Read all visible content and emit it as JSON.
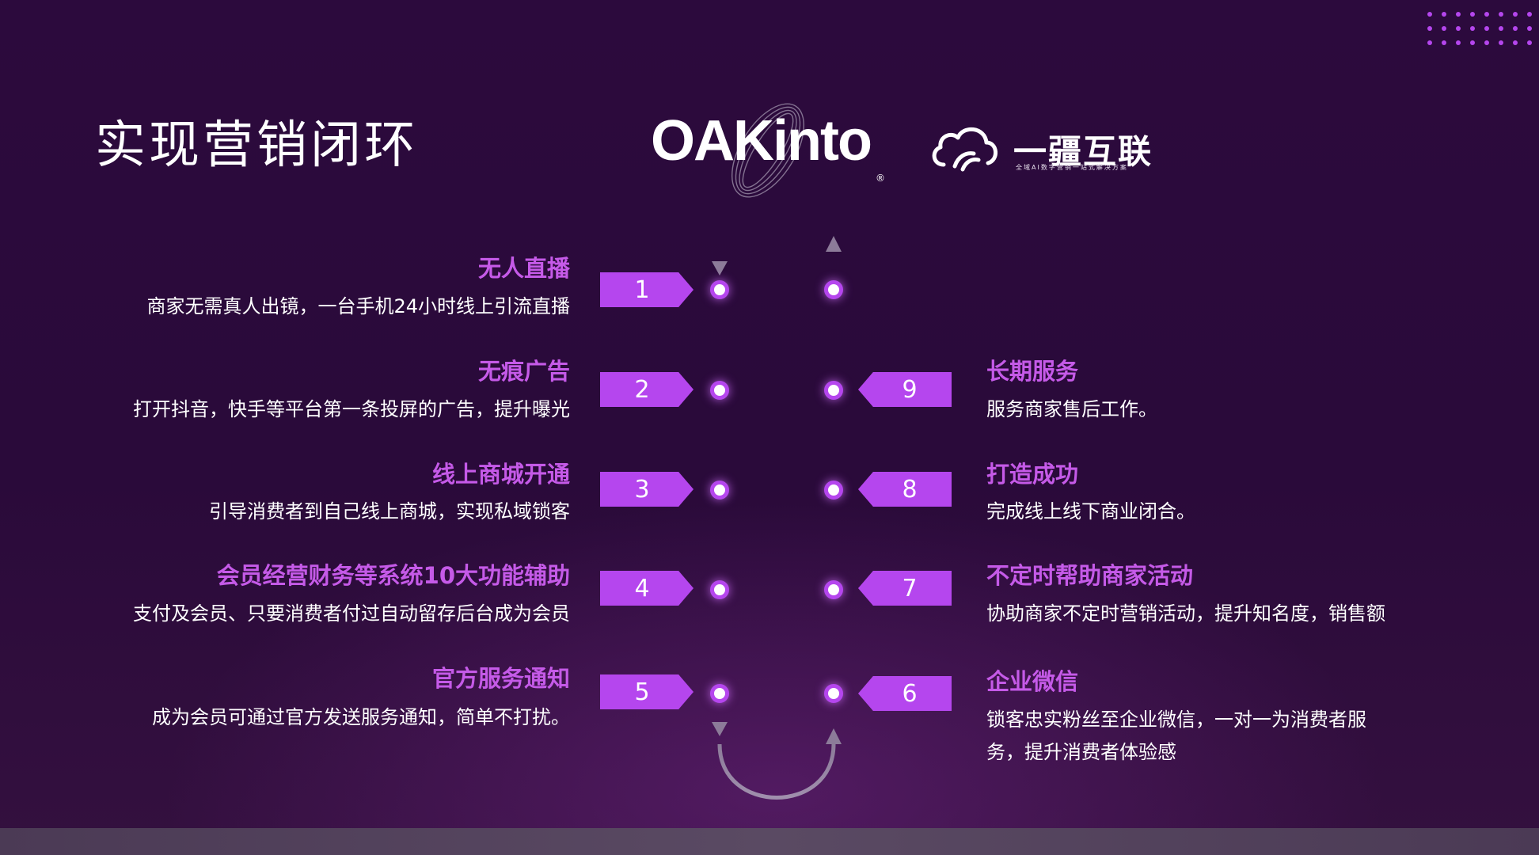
{
  "slide_title": "实现营销闭环",
  "logo_oakinto": {
    "wordmark": "OAKinto",
    "registered": "®"
  },
  "logo_yijiang": {
    "name": "一疆互联",
    "tagline": "全域AI数字营销一站式解决方案"
  },
  "colors": {
    "background": "#2a0a3a",
    "accent": "#b546ee",
    "heading": "#c55ae8",
    "text": "#ffffff"
  },
  "left_steps": [
    {
      "number": "1",
      "title": "无人直播",
      "desc": "商家无需真人出镜，一台手机24小时线上引流直播"
    },
    {
      "number": "2",
      "title": "无痕广告",
      "desc": "打开抖音，快手等平台第一条投屏的广告，提升曝光"
    },
    {
      "number": "3",
      "title": "线上商城开通",
      "desc": "引导消费者到自己线上商城，实现私域锁客"
    },
    {
      "number": "4",
      "title": "会员经营财务等系统10大功能辅助",
      "desc": "支付及会员、只要消费者付过自动留存后台成为会员"
    },
    {
      "number": "5",
      "title": "官方服务通知",
      "desc": "成为会员可通过官方发送服务通知，简单不打扰。"
    }
  ],
  "right_steps": [
    {
      "number": "9",
      "title": "长期服务",
      "desc": "服务商家售后工作。",
      "desc2": ""
    },
    {
      "number": "8",
      "title": "打造成功",
      "desc": "完成线上线下商业闭合。",
      "desc2": ""
    },
    {
      "number": "7",
      "title": "不定时帮助商家活动",
      "desc": "协助商家不定时营销活动，提升知名度，销售额",
      "desc2": ""
    },
    {
      "number": "6",
      "title": "企业微信",
      "desc": "锁客忠实粉丝至企业微信，一对一为消费者服",
      "desc2": "务，提升消费者体验感"
    }
  ]
}
